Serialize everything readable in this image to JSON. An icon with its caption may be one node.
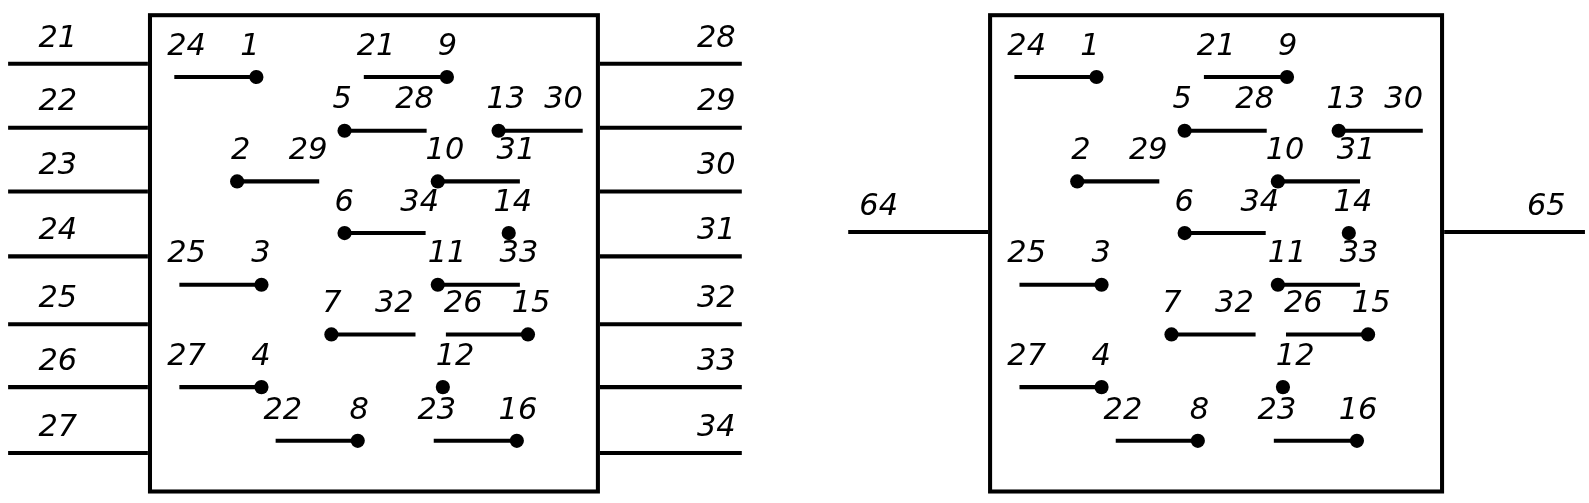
{
  "diagram": {
    "nodes": [
      {
        "text": [],
        "shape": "box"
      },
      {
        "text": [],
        "shape": "box"
      }
    ],
    "edges": [
      {
        "from": null,
        "to": 0,
        "arrow": "none",
        "label": "21"
      },
      {
        "from": null,
        "to": 0,
        "arrow": "none",
        "label": "22"
      },
      {
        "from": null,
        "to": 0,
        "arrow": "none",
        "label": "23"
      },
      {
        "from": null,
        "to": 0,
        "arrow": "none",
        "label": "24"
      },
      {
        "from": null,
        "to": 0,
        "arrow": "none",
        "label": "25"
      },
      {
        "from": null,
        "to": 0,
        "arrow": "none",
        "label": "26"
      },
      {
        "from": null,
        "to": 0,
        "arrow": "none",
        "label": "27"
      },
      {
        "from": null,
        "to": 0,
        "arrow": "none",
        "label": "28"
      },
      {
        "from": null,
        "to": 0,
        "arrow": "none",
        "label": "29"
      },
      {
        "from": null,
        "to": 0,
        "arrow": "none",
        "label": "30"
      },
      {
        "from": null,
        "to": 0,
        "arrow": "none",
        "label": "31"
      },
      {
        "from": null,
        "to": 0,
        "arrow": "none",
        "label": "32"
      },
      {
        "from": null,
        "to": 0,
        "arrow": "none",
        "label": "33"
      },
      {
        "from": null,
        "to": 0,
        "arrow": "none",
        "label": "34"
      },
      {
        "from": null,
        "to": 1,
        "arrow": "none",
        "label": "64"
      },
      {
        "from": null,
        "to": 1,
        "arrow": "none",
        "label": "65"
      }
    ],
    "labels": [
      "24",
      "1",
      "21",
      "9",
      "5",
      "28",
      "13",
      "30",
      "2",
      "29",
      "10",
      "31",
      "6",
      "34",
      "14",
      "25",
      "3",
      "11",
      "33",
      "7",
      "32",
      "26",
      "15",
      "27",
      "4",
      "12",
      "22",
      "8",
      "23",
      "16",
      "24",
      "1",
      "21",
      "9",
      "5",
      "28",
      "13",
      "30",
      "2",
      "29",
      "10",
      "31",
      "6",
      "34",
      "14",
      "25",
      "3",
      "11",
      "33",
      "7",
      "32",
      "26",
      "15",
      "27",
      "4",
      "12",
      "22",
      "8",
      "23",
      "16"
    ]
  }
}
